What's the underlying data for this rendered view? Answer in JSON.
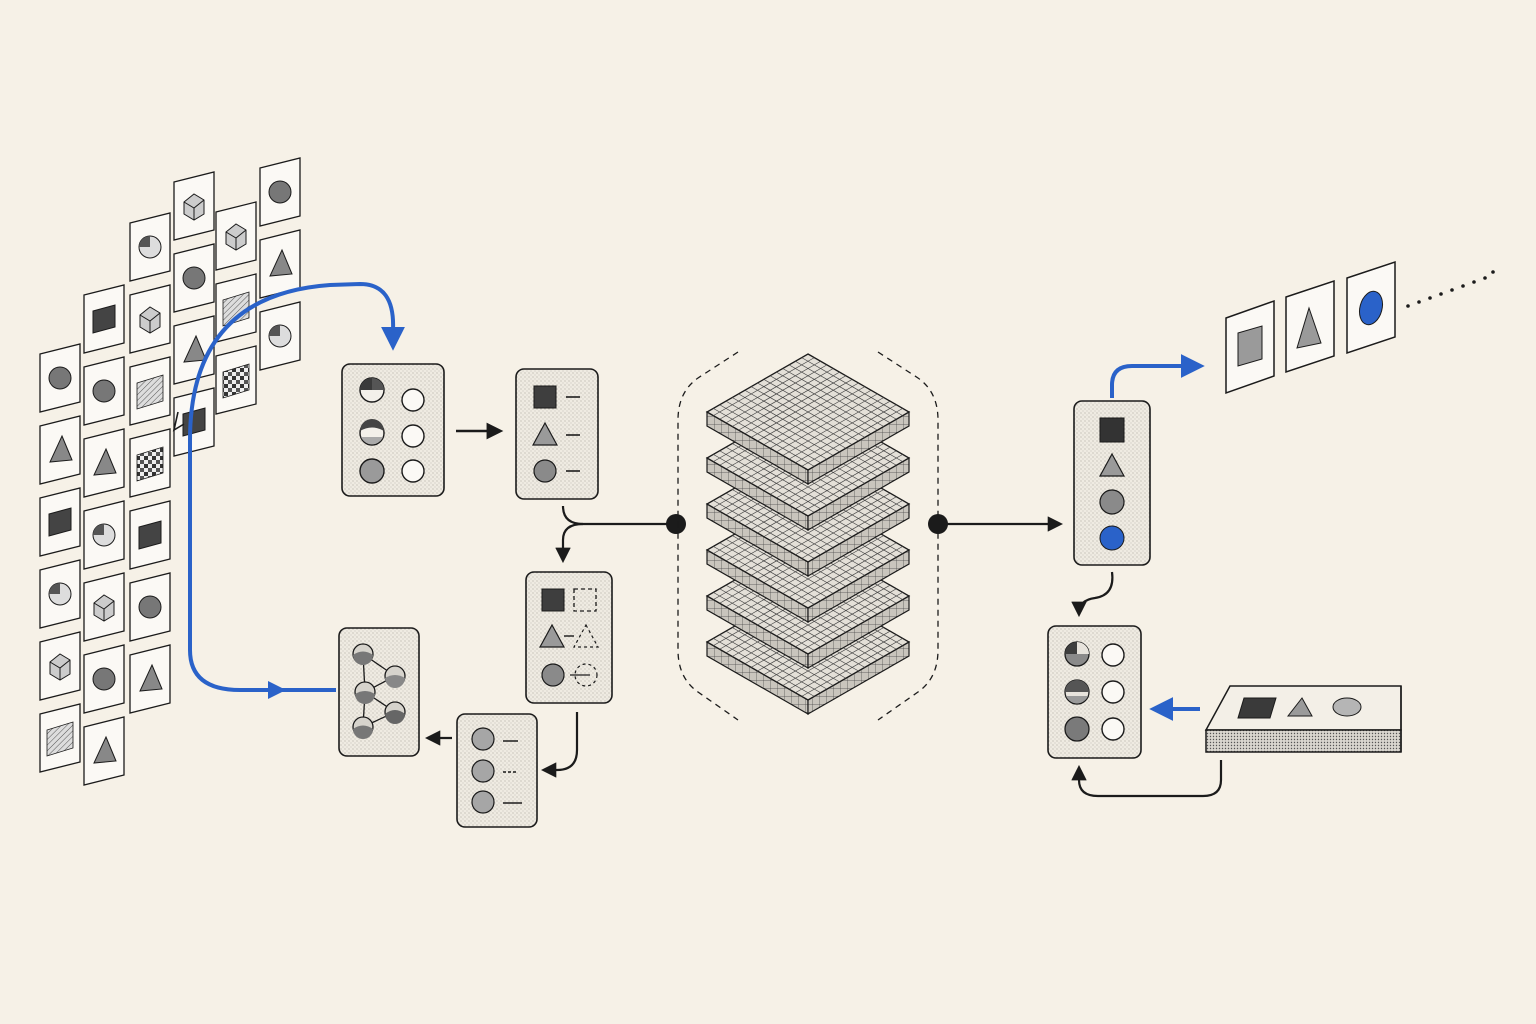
{
  "diagram": {
    "background": "#f6f1e7",
    "colors": {
      "ink": "#1b1b1b",
      "accent": "#2a62c9",
      "fill_dark": "#3e3e3e",
      "fill_mid": "#8f8f8f",
      "fill_light": "#bdbdbd",
      "panel": "#efebe2"
    },
    "nodes": [
      {
        "id": "image-collection",
        "kind": "image-card-grid",
        "icons": [
          "circle-icon",
          "triangle-icon",
          "square-icon",
          "pie-icon",
          "cube-icon",
          "checker-icon",
          "hatch-icon"
        ]
      },
      {
        "id": "segmentation-card",
        "kind": "card",
        "rows": [
          "half-filled-circle",
          "half-filled-circle",
          "filled-circle"
        ]
      },
      {
        "id": "shape-token-card",
        "kind": "card",
        "rows": [
          "square-icon",
          "triangle-icon",
          "circle-icon"
        ]
      },
      {
        "id": "shape-outline-card",
        "kind": "card",
        "rows": [
          "square-icon",
          "triangle-icon",
          "circle-icon"
        ]
      },
      {
        "id": "circle-token-card",
        "kind": "card",
        "rows": [
          "circle-icon",
          "circle-icon",
          "circle-icon"
        ]
      },
      {
        "id": "graph-card",
        "kind": "card",
        "rows": [
          "graph-node-icon"
        ]
      },
      {
        "id": "layer-stack",
        "kind": "model-core",
        "layers": 6
      },
      {
        "id": "output-token-card",
        "kind": "card",
        "rows": [
          "square-icon",
          "triangle-icon",
          "circle-icon",
          "blue-circle-icon"
        ]
      },
      {
        "id": "output-sequence",
        "kind": "frame-sequence",
        "frames": [
          "square-icon",
          "triangle-icon",
          "blue-ellipse-icon"
        ],
        "continues": true
      },
      {
        "id": "feedback-card",
        "kind": "card",
        "rows": [
          "pie-icon",
          "half-filled-circle",
          "filled-circle"
        ]
      },
      {
        "id": "shape-tray",
        "kind": "tray",
        "items": [
          "square-icon",
          "triangle-icon",
          "ellipse-icon"
        ]
      }
    ],
    "edges": [
      {
        "from": "image-collection",
        "to": "segmentation-card",
        "style": "accent"
      },
      {
        "from": "image-collection",
        "to": "graph-card",
        "style": "accent"
      },
      {
        "from": "segmentation-card",
        "to": "shape-token-card",
        "style": "ink"
      },
      {
        "from": "shape-token-card",
        "to": "layer-stack",
        "style": "ink"
      },
      {
        "from": "shape-token-card",
        "to": "shape-outline-card",
        "style": "ink"
      },
      {
        "from": "shape-outline-card",
        "to": "circle-token-card",
        "style": "ink"
      },
      {
        "from": "circle-token-card",
        "to": "graph-card",
        "style": "ink"
      },
      {
        "from": "layer-stack",
        "to": "output-token-card",
        "style": "ink"
      },
      {
        "from": "output-token-card",
        "to": "output-sequence",
        "style": "accent"
      },
      {
        "from": "output-token-card",
        "to": "feedback-card",
        "style": "ink"
      },
      {
        "from": "shape-tray",
        "to": "feedback-card",
        "style": "accent"
      },
      {
        "from": "shape-tray",
        "to": "feedback-card",
        "style": "ink"
      }
    ]
  }
}
